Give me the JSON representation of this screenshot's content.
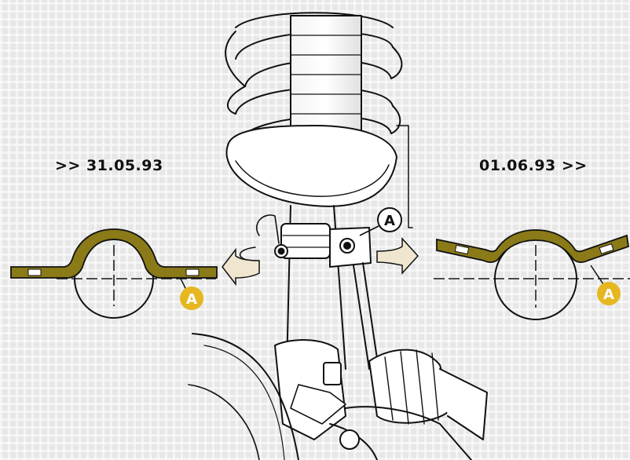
{
  "labels": {
    "date_before": ">> 31.05.93",
    "date_after": "01.06.93 >>",
    "marker": "A"
  },
  "colors": {
    "bracket_fill": "#8a7a18",
    "marker_circle": "#e6b720",
    "arrow_fill": "#f0e6d0",
    "line": "#111111"
  }
}
